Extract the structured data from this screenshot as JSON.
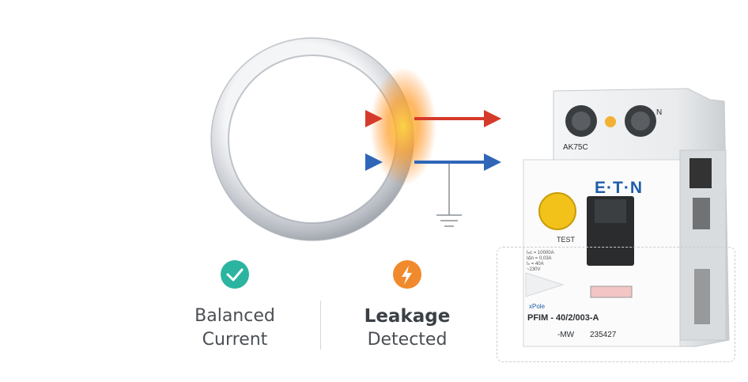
{
  "colors": {
    "phase": "#d63a2a",
    "neutral": "#2f66b8",
    "balanced_icon": "#2bb5a0",
    "leak_icon": "#f08a2c",
    "brand": "#1e5ea8"
  },
  "status_balanced": {
    "icon": "check-icon",
    "line1": "Balanced",
    "line2": "Current"
  },
  "status_leakage": {
    "icon": "lightning-icon",
    "line1": "Leakage",
    "line2": "Detected"
  },
  "breaker": {
    "brand": "E·T·N",
    "test_label": "TEST",
    "spec_lines": "Iₙc = 10000A\nIΔn = 0,03A\nIₙ = 40A\n~230V",
    "series": "xPole",
    "model": "PFIM - 40/2/003-A",
    "suffix": "-MW",
    "serial": "235427",
    "terminal_code": "AK75C",
    "neutral_mark": "N"
  }
}
